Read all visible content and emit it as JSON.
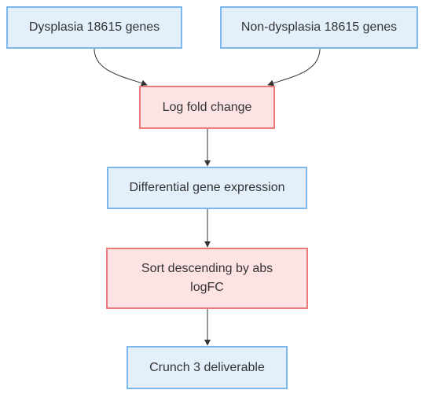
{
  "nodes": {
    "dysplasia": "Dysplasia 18615 genes",
    "non_dysplasia": "Non-dysplasia 18615 genes",
    "log_fold_change": "Log fold change",
    "differential_expression": "Differential gene expression",
    "sort": "Sort descending by abs logFC",
    "crunch": "Crunch 3 deliverable"
  },
  "colors": {
    "blue_fill": "#e3f0fc",
    "blue_border": "#7db8ec",
    "red_fill": "#fde3e3",
    "red_border": "#eb7a7a",
    "edge": "#333333"
  }
}
